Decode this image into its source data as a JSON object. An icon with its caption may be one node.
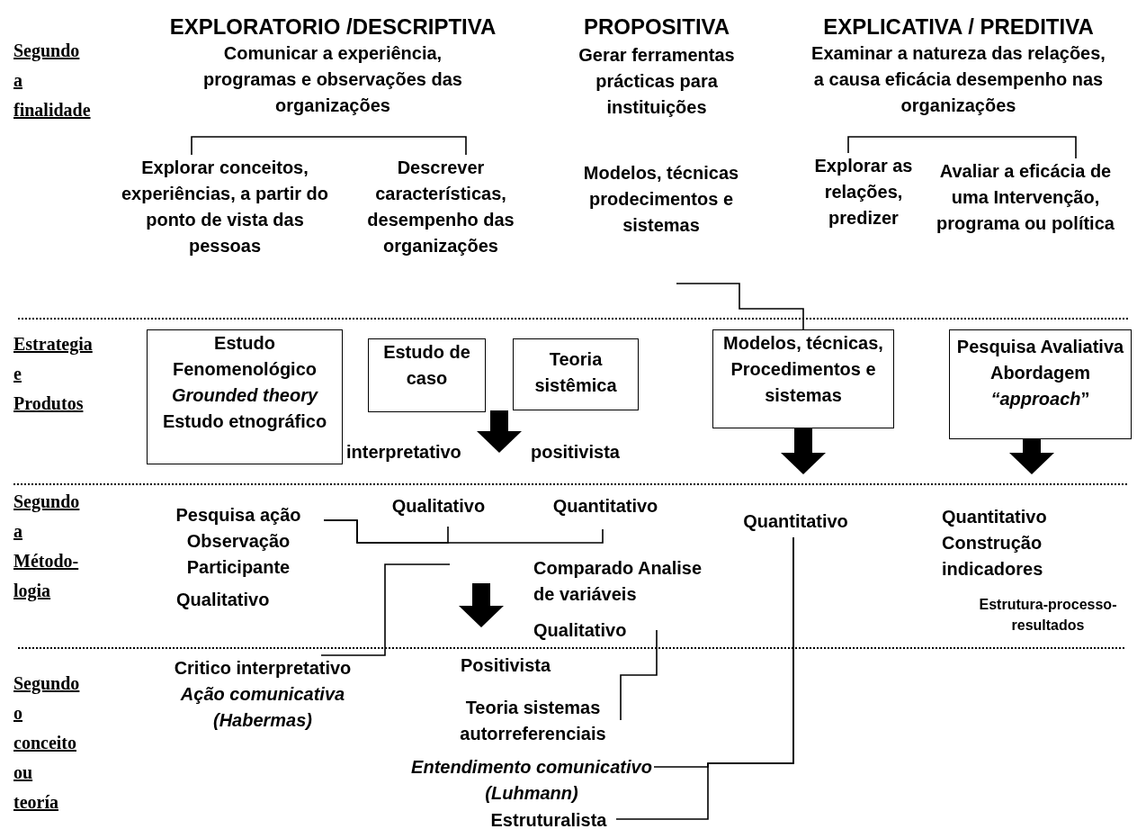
{
  "diagram": {
    "nodes": [
      {
        "text": [
          "EXPLORATORIO /DESCRIPTIVA",
          "Comunicar a experiência, programas e observações das organizações"
        ]
      },
      {
        "text": [
          "EXPLICATIVA / PREDITIVA",
          "Examinar a natureza das relações, a causa eficácia desempenho nas organizações"
        ]
      },
      {
        "text": [
          "Explorar conceitos, experiências, a partir do ponto de vista das pessoas"
        ]
      },
      {
        "text": [
          "Descrever características, desempenho das organizações"
        ]
      },
      {
        "text": [
          "Explorar as relações, predizer"
        ]
      },
      {
        "text": [
          "Avaliar a eficácia de uma Intervenção, programa ou política"
        ]
      },
      {
        "text": [
          "Modelos, técnicas prodecimentos e sistemas"
        ]
      },
      {
        "text": [
          "Estudo Fenomenológico *Grounded theory* Estudo etnográfico"
        ]
      },
      {
        "text": [
          "Estudo de caso"
        ]
      },
      {
        "text": [
          "Teoria sistêmica"
        ]
      },
      {
        "text": [
          "Modelos, técnicas, Procedimentos e sistemas"
        ]
      },
      {
        "text": [
          "Pesquisa Avaliativa Abordagem *“approach*”"
        ]
      },
      {
        "text": [
          "Pesquisa ação Observação Participante"
        ]
      },
      {
        "text": [
          "Qualitativo"
        ]
      },
      {
        "text": [
          "Quantitativo"
        ]
      },
      {
        "text": [
          "Qualitativo"
        ]
      },
      {
        "text": [
          "Quantitativo"
        ]
      },
      {
        "text": [
          "Quantitativo Construção indicadores"
        ]
      },
      {
        "text": [
          "Critico interpretativo",
          "Ação comunicativa (Habermas)"
        ]
      },
      {
        "text": [
          "Teoria sistemas autorreferenciais"
        ]
      },
      {
        "text": [
          "Entendimento comunicativo (Luhmann)"
        ]
      },
      {
        "text": [
          "Estruturalista"
        ]
      },
      {
        "text": [
          "interpretativo"
        ]
      },
      {
        "text": [
          "positivista"
        ]
      }
    ],
    "edges": [
      {
        "from": 0,
        "to": 2,
        "arrow": "none"
      },
      {
        "from": 0,
        "to": 3,
        "arrow": "none"
      },
      {
        "from": 1,
        "to": 4,
        "arrow": "none"
      },
      {
        "from": 1,
        "to": 5,
        "arrow": "none"
      },
      {
        "from": 6,
        "to": 10,
        "arrow": "none"
      },
      {
        "from": 10,
        "to": 16,
        "arrow": "to",
        "style": "thick"
      },
      {
        "from": 11,
        "to": 17,
        "arrow": "to",
        "style": "thick"
      },
      {
        "from": 12,
        "to": 13,
        "arrow": "none"
      },
      {
        "from": 12,
        "to": 14,
        "arrow": "none"
      },
      {
        "from": 13,
        "to": 18,
        "arrow": "none"
      },
      {
        "from": 15,
        "to": 19,
        "arrow": "none"
      },
      {
        "from": 16,
        "to": 20,
        "arrow": "none"
      },
      {
        "from": 16,
        "to": 21,
        "arrow": "none"
      },
      {
        "from": 8,
        "to": 22,
        "arrow": "to",
        "style": "thick"
      },
      {
        "from": 9,
        "to": 23,
        "arrow": "to",
        "style": "thick"
      }
    ],
    "labels": [
      "Segundo a finalidade",
      "PROPOSITIVA",
      "Gerar ferramentas prácticas para instituições",
      "Estrategia e Produtos",
      "Segundo a Método- logia",
      "Comparado Analise de variáveis",
      "Qualitativo",
      "Estrutura-processo- resultados",
      "Positivista",
      "Segundo o conceito ou teoría"
    ]
  }
}
